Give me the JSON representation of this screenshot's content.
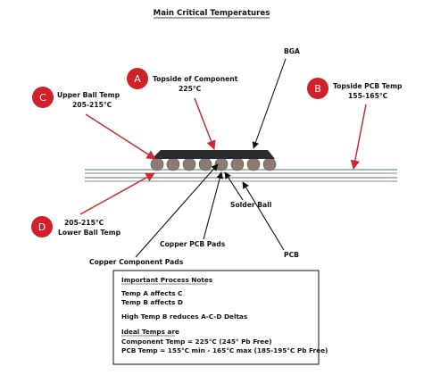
{
  "title": "Main Critical Temperatures",
  "badges": {
    "a": "A",
    "b": "B",
    "c": "C",
    "d": "D"
  },
  "labels": {
    "a_line1": "Topside of Component",
    "a_line2": "225°C",
    "b_line1": "Topside PCB Temp",
    "b_line2": "155-165°C",
    "c_line1": "Upper Ball Temp",
    "c_line2": "205-215°C",
    "d_line1": "205-215°C",
    "d_line2": "Lower Ball Temp",
    "bga": "BGA",
    "solder_ball": "Solder Ball",
    "copper_pcb_pads": "Copper PCB Pads",
    "copper_component_pads": "Copper Component Pads",
    "pcb": "PCB"
  },
  "notes": {
    "heading": "Important Process Notes",
    "line1": "Temp A affects C",
    "line2": "Temp B affects D",
    "line3": "High Temp B reduces A-C-D Deltas",
    "ideal_heading": "Ideal Temps are",
    "ideal1": "Component Temp = 225°C (245° Pb Free)",
    "ideal2": "PCB Temp = 155°C min - 165°C max (185-195°C Pb Free)"
  },
  "colors": {
    "badge": "#d0202a",
    "arrow": "#cc2a30",
    "component_body": "#2b2b2b",
    "solder_ball": "#8a7c72",
    "pcb_line_green": "#6a9a8a",
    "pcb_line_gray": "#8a8a8a"
  }
}
